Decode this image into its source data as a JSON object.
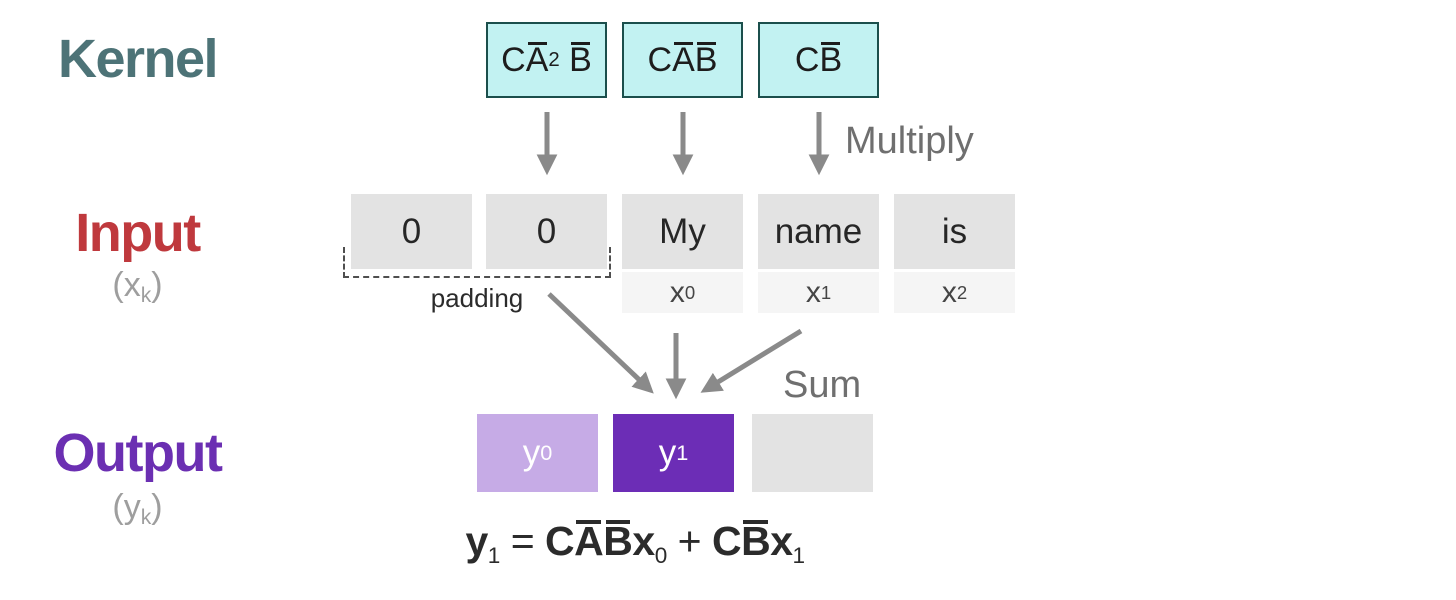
{
  "titles": {
    "kernel": "Kernel",
    "input": "Input",
    "input_sub": {
      "pre": "(x",
      "sub": "k",
      "post": ")"
    },
    "output": "Output",
    "output_sub": {
      "pre": "(y",
      "sub": "k",
      "post": ")"
    }
  },
  "annotations": {
    "multiply": "Multiply",
    "sum": "Sum",
    "padding": "padding"
  },
  "kernel_row": {
    "boxes": [
      {
        "segments": [
          {
            "t": "C"
          },
          {
            "t": "A",
            "bar": true
          },
          {
            "t": "2",
            "sup": true
          },
          {
            "t": " "
          },
          {
            "t": "B",
            "bar": true
          }
        ]
      },
      {
        "segments": [
          {
            "t": "C"
          },
          {
            "t": "A",
            "bar": true
          },
          {
            "t": "B",
            "bar": true
          }
        ]
      },
      {
        "segments": [
          {
            "t": "C"
          },
          {
            "t": "B",
            "bar": true
          }
        ]
      }
    ]
  },
  "input_row": {
    "cells": [
      "0",
      "0",
      "My",
      "name",
      "is"
    ],
    "index_labels": [
      {
        "base": "x",
        "idx": "0"
      },
      {
        "base": "x",
        "idx": "1"
      },
      {
        "base": "x",
        "idx": "2"
      }
    ]
  },
  "output_row": {
    "cells": [
      {
        "base": "y",
        "idx": "0"
      },
      {
        "base": "y",
        "idx": "1"
      },
      {
        "base": "",
        "idx": ""
      }
    ]
  },
  "formula": {
    "segments": [
      {
        "t": "y",
        "b": true
      },
      {
        "t": "1",
        "sub": true
      },
      {
        "t": " = "
      },
      {
        "t": "C",
        "b": true
      },
      {
        "t": "A",
        "b": true,
        "bar": true
      },
      {
        "t": "B",
        "b": true,
        "bar": true
      },
      {
        "t": "x",
        "b": true
      },
      {
        "t": "0",
        "sub": true
      },
      {
        "t": " + "
      },
      {
        "t": "C",
        "b": true
      },
      {
        "t": "B",
        "b": true,
        "bar": true
      },
      {
        "t": "x",
        "b": true
      },
      {
        "t": "1",
        "sub": true
      }
    ]
  },
  "colors": {
    "kernel_label": "#4d7377",
    "input_label": "#bf393d",
    "output_label": "#6b2fb2",
    "kernel_box_fill": "#c2f2f2",
    "kernel_box_border": "#1b4f4c",
    "input_cell_fill": "#e3e3e3",
    "index_strip_fill": "#f5f5f5",
    "y0_fill": "#c6abe6",
    "y1_fill": "#6c2db6",
    "empty_output_fill": "#e3e3e3",
    "arrow_gray": "#8a8a8a",
    "annotation_gray": "#6f6f6f"
  }
}
